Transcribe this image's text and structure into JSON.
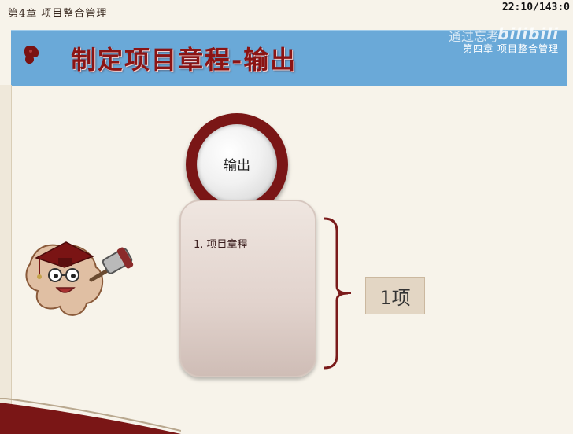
{
  "header": {
    "chapter_label": "第4章 项目整合管理",
    "timestamp": "22:10/143:0"
  },
  "banner": {
    "title": "制定项目章程-输出",
    "chapter_subtitle": "第四章 项目整合管理",
    "watermark_text": "通过忘考",
    "watermark_logo": "bilibili"
  },
  "diagram": {
    "circle_label": "输出",
    "panel_items": [
      "1. 项目章程"
    ],
    "count_label": "1项"
  },
  "colors": {
    "banner": "#6aa9d8",
    "title": "#8b1414",
    "ring": "#7a1616",
    "background": "#f7f3ea"
  },
  "icons": {
    "banner": "hand-pointer-icon",
    "mascot": "graduate-mascot-with-gavel"
  }
}
